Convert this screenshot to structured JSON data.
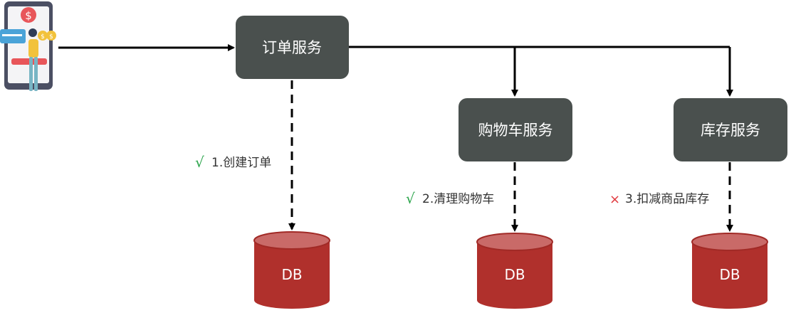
{
  "services": {
    "order": "订单服务",
    "cart": "购物车服务",
    "stock": "库存服务"
  },
  "steps": {
    "step1": {
      "mark": "√",
      "label": "1.创建订单",
      "status": "success"
    },
    "step2": {
      "mark": "√",
      "label": "2.清理购物车",
      "status": "success"
    },
    "step3": {
      "mark": "×",
      "label": "3.扣减商品库存",
      "status": "failure"
    }
  },
  "databases": {
    "db1": "DB",
    "db2": "DB",
    "db3": "DB"
  },
  "icons": {
    "client": "mobile-payment-user-icon"
  },
  "colors": {
    "service_box": "#4a504e",
    "db_body": "#b0302c",
    "db_top": "#c96a68",
    "success_mark": "#2aa44a",
    "failure_mark": "#e0393e",
    "arrow": "#000000"
  }
}
